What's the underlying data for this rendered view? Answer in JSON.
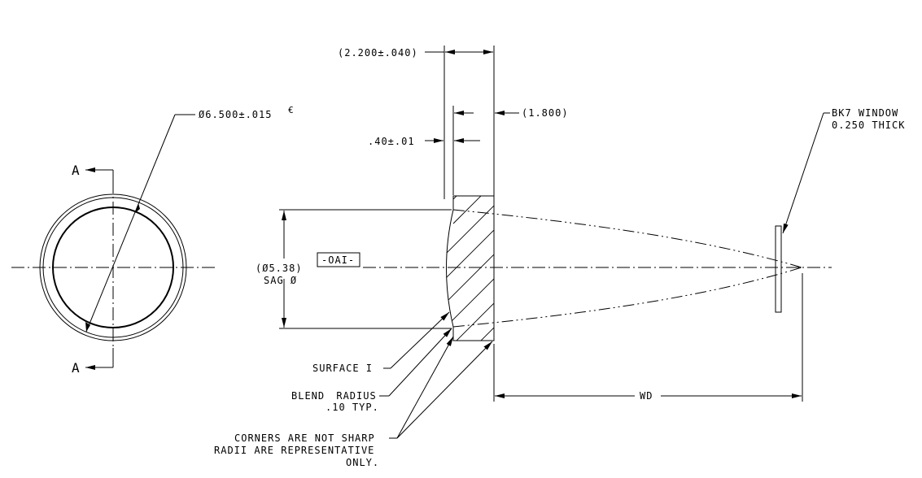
{
  "front_view": {
    "diameter_callout": "Ø6.500±.015",
    "ec_symbol": "€",
    "section_label_top": "A",
    "section_label_bottom": "A"
  },
  "section_view": {
    "thickness_total": "(2.200±.040)",
    "thickness_ref": "(1.800)",
    "edge_thickness": ".40±.01",
    "sag_diameter": "(Ø5.38)",
    "sag_label": "SAG Ø",
    "datum": "-OAI-",
    "working_distance": "WD"
  },
  "window": {
    "line1": "BK7 WINDOW",
    "line2": "0.250 THICK"
  },
  "notes": {
    "surface": "SURFACE I",
    "blend_line1": "BLEND RADIUS",
    "blend_line2": ".10 TYP.",
    "corners_line1": "CORNERS ARE NOT SHARP",
    "corners_line2": "RADII ARE REPRESENTATIVE",
    "corners_line3": "ONLY."
  }
}
